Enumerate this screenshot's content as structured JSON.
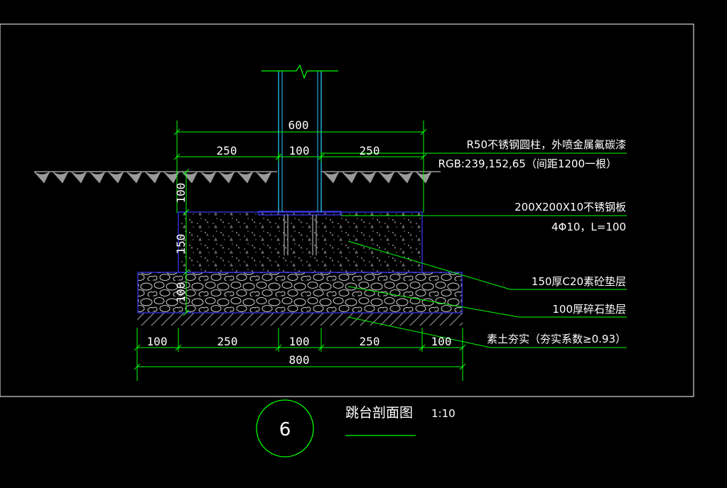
{
  "drawing": {
    "number": "6",
    "title": "跳台剖面图",
    "scale": "1:10",
    "colors": {
      "background": "#000000",
      "frame": "#ffffff",
      "dimension": "#00ff00",
      "leader": "#00ff00",
      "outline": "#3b3bff",
      "column": "#29c7ff",
      "hatch": "#9a9a9a"
    }
  },
  "dimensions": {
    "top_total": "600",
    "top_left": "250",
    "top_mid": "100",
    "top_right": "250",
    "vert_1": "100",
    "vert_2": "150",
    "vert_3": "100",
    "bottom_1": "100",
    "bottom_2": "250",
    "bottom_3": "100",
    "bottom_4": "250",
    "bottom_5": "100",
    "bottom_total": "800"
  },
  "notes": {
    "column_spec": "R50不锈钢圆柱，外喷金属氟碳漆",
    "column_color": "RGB:239,152,65（间距1200一根）",
    "plate": "200X200X10不锈钢板",
    "rebar": "4Φ10，L=100",
    "concrete": "150厚C20素砼垫层",
    "gravel": "100厚碎石垫层",
    "soil": "素土夯实（夯实系数≥0.93）"
  }
}
